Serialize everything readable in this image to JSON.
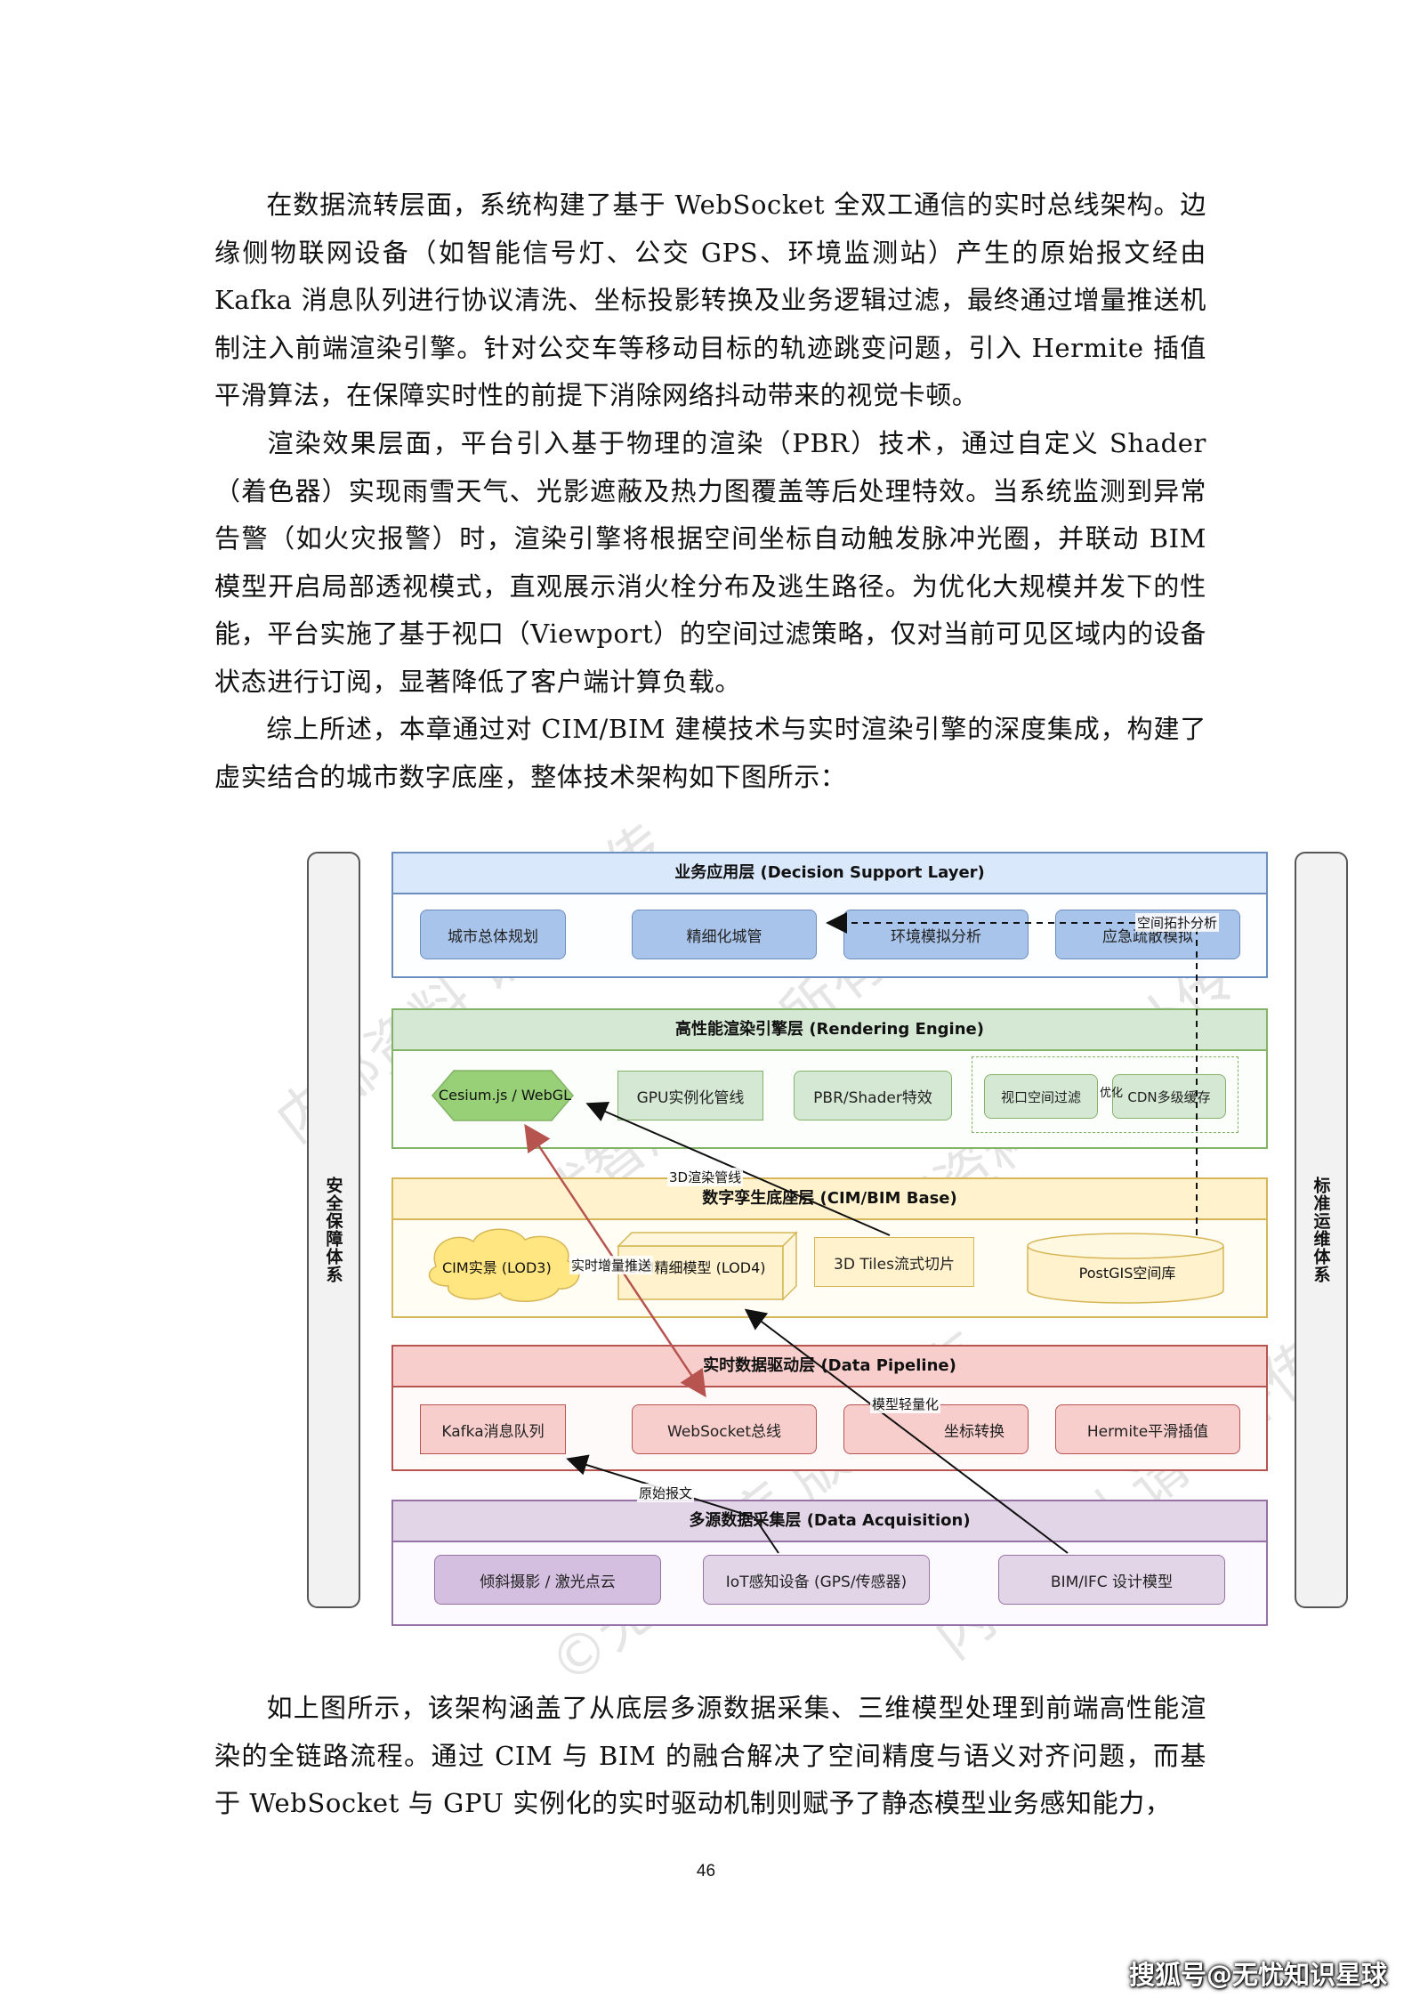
{
  "paragraphs": [
    "在数据流转层面，系统构建了基于 WebSocket 全双工通信的实时总线架构。边缘侧物联网设备（如智能信号灯、公交 GPS、环境监测站）产生的原始报文经由 Kafka 消息队列进行协议清洗、坐标投影转换及业务逻辑过滤，最终通过增量推送机制注入前端渲染引擎。针对公交车等移动目标的轨迹跳变问题，引入 Hermite 插值平滑算法，在保障实时性的前提下消除网络抖动带来的视觉卡顿。",
    "渲染效果层面，平台引入基于物理的渲染（PBR）技术，通过自定义 Shader（着色器）实现雨雪天气、光影遮蔽及热力图覆盖等后处理特效。当系统监测到异常告警（如火灾报警）时，渲染引擎将根据空间坐标自动触发脉冲光圈，并联动 BIM 模型开启局部透视模式，直观展示消火栓分布及逃生路径。为优化大规模并发下的性能，平台实施了基于视口（Viewport）的空间过滤策略，仅对当前可见区域内的设备状态进行订阅，显著降低了客户端计算负载。",
    "综上所述，本章通过对 CIM/BIM 建模技术与实时渲染引擎的深度集成，构建了虚实结合的城市数字底座，整体技术架构如下图所示：",
    "如上图所示，该架构涵盖了从底层多源数据采集、三维模型处理到前端高性能渲染的全链路流程。通过 CIM 与 BIM 的融合解决了空间精度与语义对齐问题，而基于 WebSocket 与 GPU 实例化的实时驱动机制则赋予了静态模型业务感知能力，"
  ],
  "page_number": "46",
  "source_watermark": "搜狐号@无忧知识星球",
  "figure_watermarks": [
    "内部资料 请勿外传",
    "©无忧智库 版权所有"
  ],
  "diagram": {
    "left_pillar": "安全保障体系",
    "right_pillar": "标准运维体系",
    "layers": [
      {
        "title": "业务应用层 (Decision Support Layer)",
        "items": [
          "城市总体规划",
          "精细化城管",
          "环境模拟分析",
          "应急疏散模拟"
        ]
      },
      {
        "title": "高性能渲染引擎层 (Rendering Engine)",
        "items": [
          "Cesium.js / WebGL",
          "GPU实例化管线",
          "PBR/Shader特效",
          "视口空间过滤",
          "CDN多级缓存"
        ],
        "group_label": "优化"
      },
      {
        "title": "数字孪生底座层 (CIM/BIM Base)",
        "items": [
          "CIM实景 (LOD3)",
          "BIM精细模型 (LOD4)",
          "3D Tiles流式切片",
          "PostGIS空间库"
        ]
      },
      {
        "title": "实时数据驱动层 (Data Pipeline)",
        "items": [
          "Kafka消息队列",
          "WebSocket总线",
          "坐标转换",
          "Hermite平滑插值"
        ]
      },
      {
        "title": "多源数据采集层 (Data Acquisition)",
        "items": [
          "倾斜摄影 / 激光点云",
          "IoT感知设备 (GPS/传感器)",
          "BIM/IFC 设计模型"
        ]
      }
    ],
    "edge_labels": [
      "空间拓扑分析",
      "3D渲染管线",
      "实时增量推送",
      "模型轻量化",
      "原始报文"
    ],
    "colors": {
      "app_fill": "#dae8fc",
      "app_stroke": "#6c8ebf",
      "render_fill": "#d5e8d4",
      "render_stroke": "#82b366",
      "base_fill": "#fff2cc",
      "base_stroke": "#d6b656",
      "pipe_fill": "#f8cecc",
      "pipe_stroke": "#b85450",
      "acq_fill": "#e1d5e7",
      "acq_stroke": "#9673a6",
      "red_arrow": "#b85450"
    }
  }
}
